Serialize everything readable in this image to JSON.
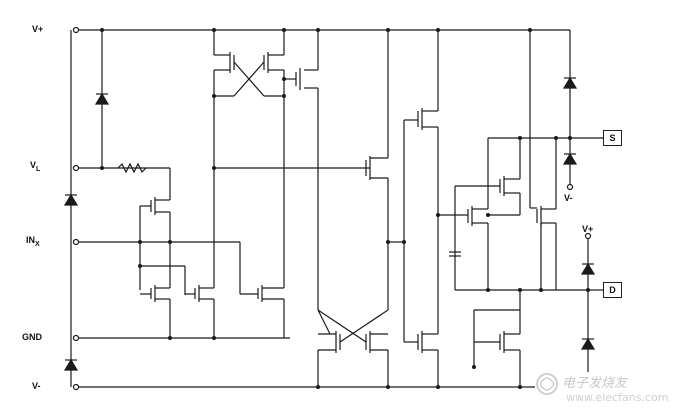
{
  "pins": {
    "v_plus": "V+",
    "v_l_main": "V",
    "v_l_sub": "L",
    "in_main": "IN",
    "in_sub": "X",
    "gnd": "GND",
    "v_minus": "V-",
    "s": "S",
    "d": "D",
    "s_side_v_minus": "V-",
    "d_side_v_plus": "V+"
  },
  "watermark": {
    "logo_text": "电子发烧友",
    "url": "www.elecfans.com"
  },
  "colors": {
    "line": "#1a1a1a",
    "background": "#ffffff",
    "watermark": "#c8c8c8"
  }
}
